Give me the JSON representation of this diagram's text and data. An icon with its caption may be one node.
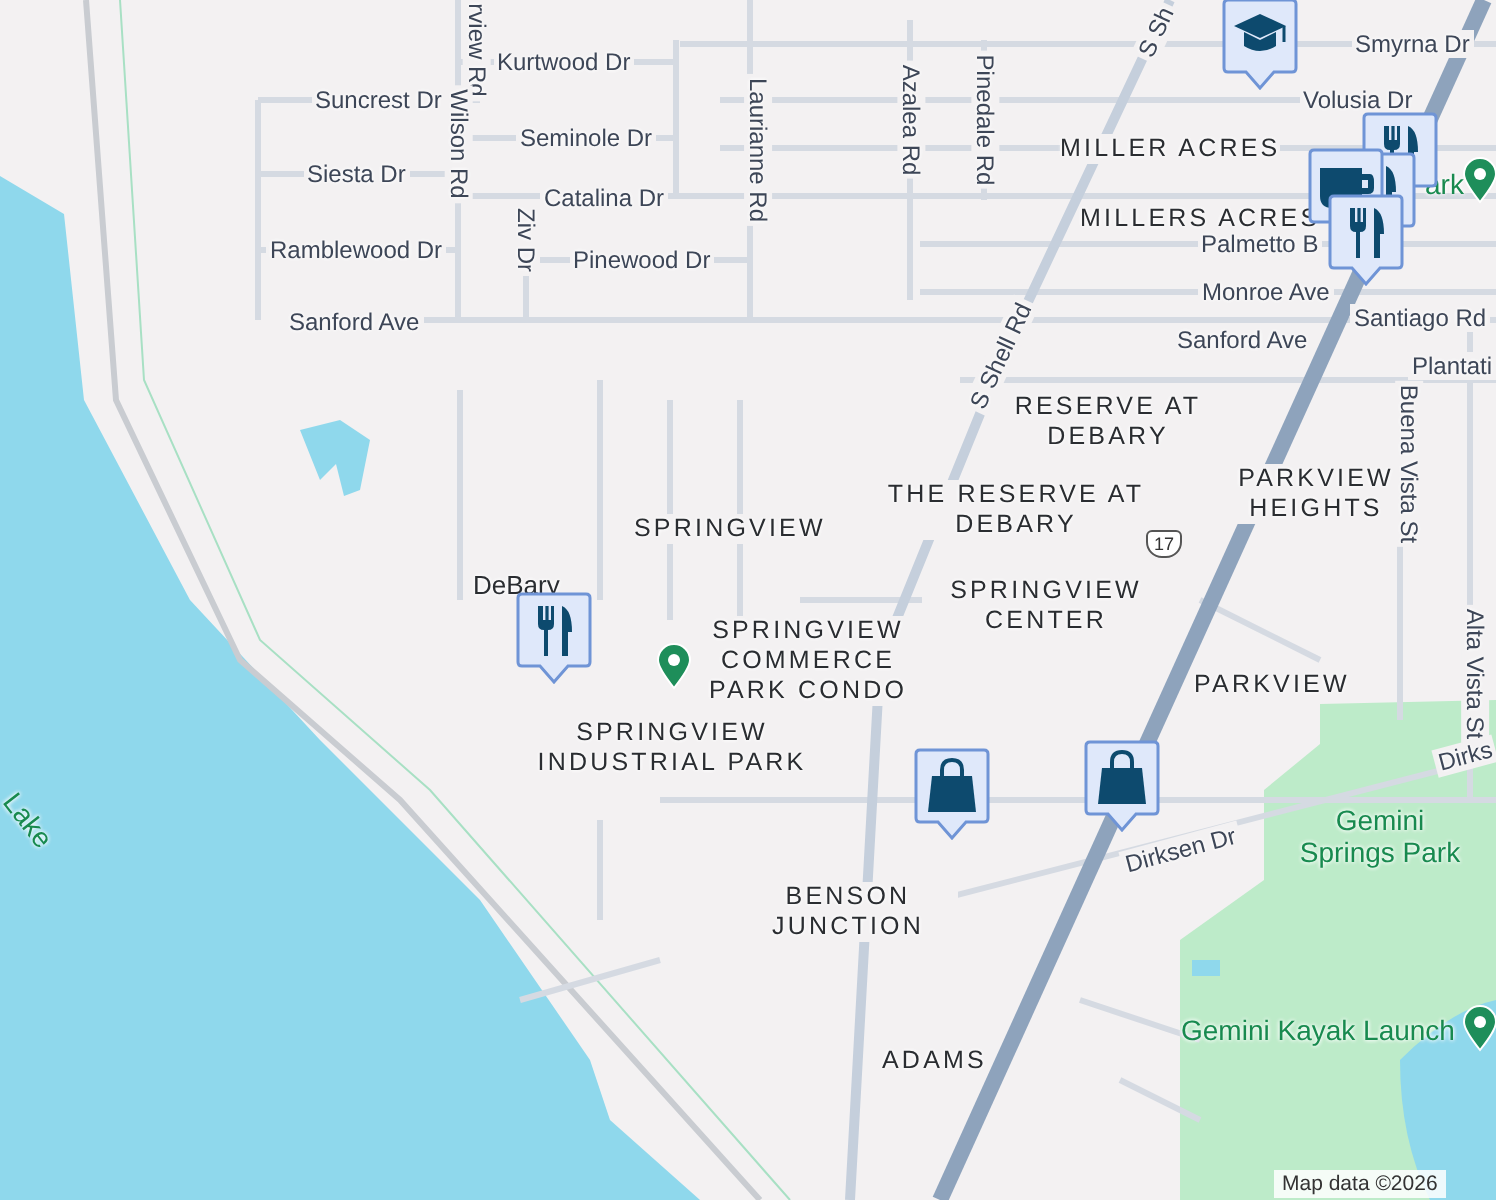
{
  "diagram": {
    "labels": [
      "rview Rd",
      "Kurtwood Dr",
      "Smyrna Dr",
      "Suncrest Dr",
      "Wilson Rd",
      "Seminole Dr",
      "Volusia Dr",
      "Azalea Rd",
      "Pinedale Rd",
      "S Sh",
      "MILLER ACRES",
      "Siesta Dr",
      "Catalina Dr",
      "Laurianne Rd",
      "MILLERS ACRES",
      "Ramblewood Dr",
      "Ziv Dr",
      "Pinewood Dr",
      "Palmetto B",
      "Monroe Ave",
      "Sanford Ave",
      "Santiago Rd",
      "Sanford Ave",
      "Plantati",
      "S Shell Rd",
      "RESERVE AT DEBARY",
      "THE RESERVE AT DEBARY",
      "SPRINGVIEW",
      "PARKVIEW HEIGHTS",
      "Buena Vista St",
      "17",
      "DeBary",
      "SPRINGVIEW CENTER",
      "SPRINGVIEW COMMERCE PARK CONDO",
      "Alta Vista St",
      "PARKVIEW",
      "SPRINGVIEW INDUSTRIAL PARK",
      "Dirks",
      "Lake",
      "Dirksen Dr",
      "Gemini Springs Park",
      "BENSON JUNCTION",
      "Gemini Kayak Launch",
      "ADAMS",
      "Map data ©2026",
      "ark"
    ]
  }
}
